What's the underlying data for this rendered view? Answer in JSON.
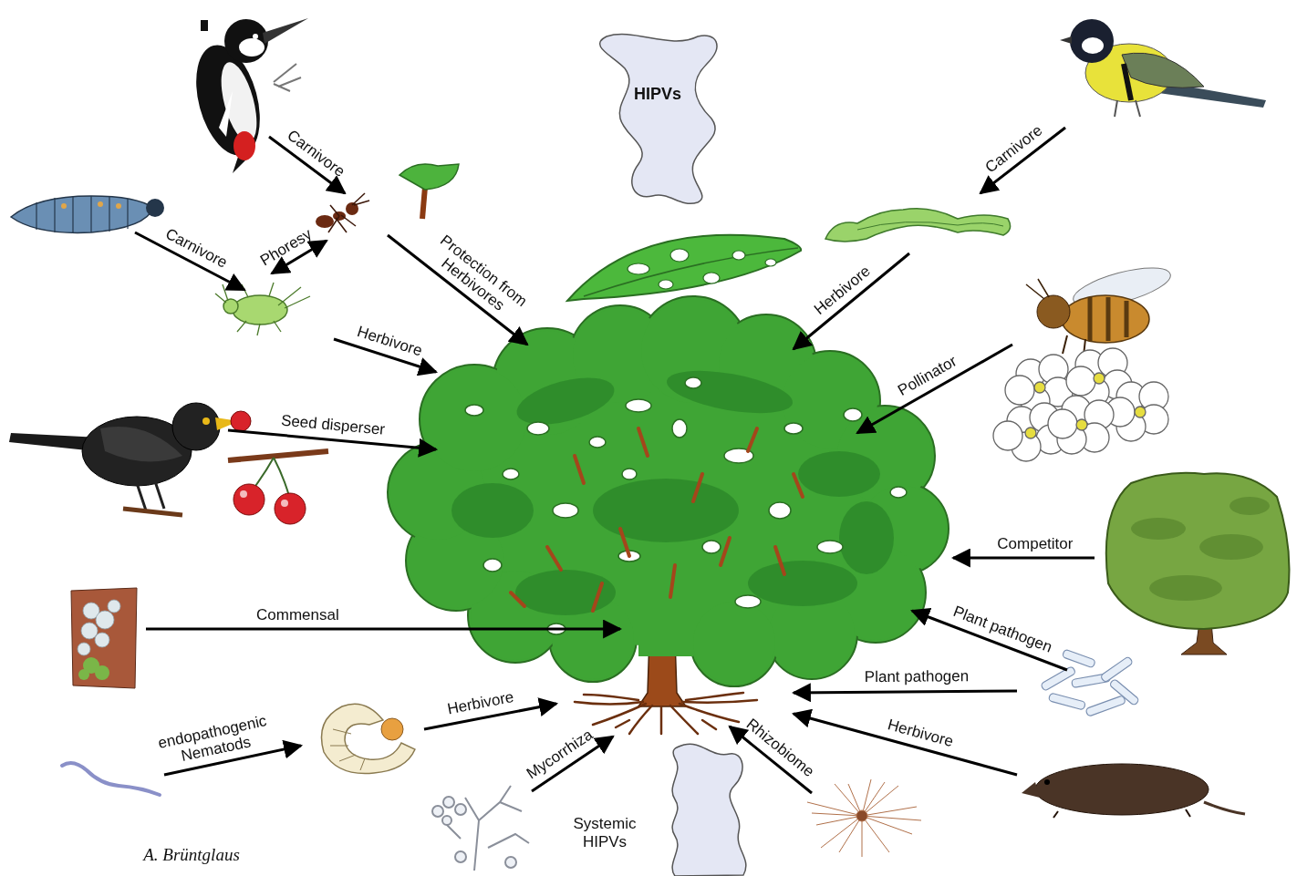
{
  "diagram": {
    "nodes": [
      {
        "text": [
          "HIPVs"
        ]
      },
      {
        "text": [
          "Systemic HIPVs"
        ]
      }
    ],
    "labels": [
      "Carnivore",
      "Carnivore",
      "Phoresy",
      "Protection from Herbivores",
      "Herbivore",
      "Seed disperser",
      "Commensal",
      "endopathogenic Nematods",
      "Herbivore",
      "Mycorrhiza",
      "Rhizobiome",
      "Herbivore",
      "Plant pathogen",
      "Plant pathogen",
      "Competitor",
      "Pollinator",
      "Herbivore",
      "Carnivore",
      "A. Brüntglaus"
    ]
  }
}
